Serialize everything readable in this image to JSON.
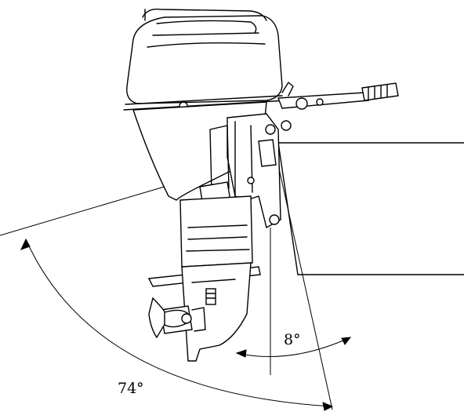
{
  "figure": {
    "type": "outboard-motor-tilt-angle-diagram",
    "angles": [
      {
        "id": "tilt-range",
        "label": "74°",
        "value_deg": 74
      },
      {
        "id": "trim-angle",
        "label": "8°",
        "value_deg": 8
      }
    ]
  }
}
